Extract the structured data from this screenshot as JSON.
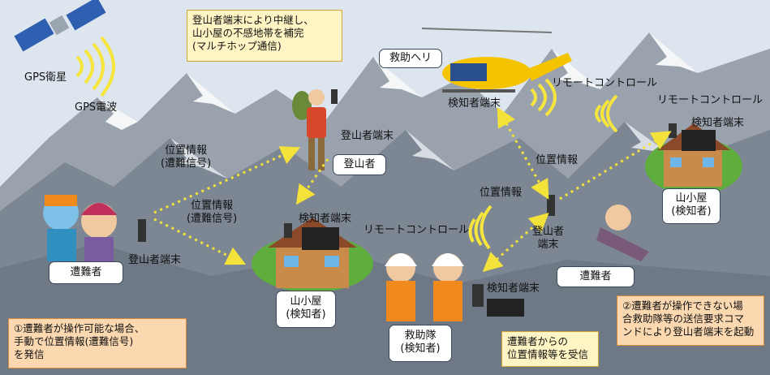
{
  "labels": {
    "gps_satellite": "GPS衛星",
    "gps_wave": "GPS電波",
    "rescue_heli": "救助ヘリ",
    "heli_remote": "リモートコントロール",
    "heli_detector": "検知者端末",
    "hut_right_remote": "リモートコントロール",
    "hut_right_detector": "検知者端末",
    "hut_right_name": [
      "山小屋",
      "(検知者)"
    ],
    "climber_terminal_top": "登山者端末",
    "climber": "登山者",
    "pos_info_1": [
      "位置情報",
      "(遭難信号)"
    ],
    "pos_info_2": [
      "位置情報",
      "(遭難信号)"
    ],
    "pos_info_3": "位置情報",
    "pos_info_4": "位置情報",
    "hut_center_detector": "検知者端末",
    "hut_center_name": [
      "山小屋",
      "(検知者)"
    ],
    "victims_left": "遭難者",
    "victims_left_terminal": "登山者端末",
    "remote_center": "リモートコントロール",
    "rescue_team_detector": "検知者端末",
    "rescue_team": [
      "救助隊",
      "(検知者)"
    ],
    "ground_terminal": [
      "登山者",
      "端末"
    ],
    "victim_right": "遭難者"
  },
  "callouts": {
    "top": [
      "登山者端末により中継し、",
      "山小屋の不感地帯を補完",
      "(マルチホップ通信)"
    ],
    "left": [
      "①遭難者が操作可能な場合、",
      "手動で位置情報(遭難信号)",
      "を発信"
    ],
    "right": [
      "②遭難者が操作できない場",
      "合救助隊等の送信要求コマ",
      "ンドにより登山者端末を起動"
    ],
    "receive": [
      "遭難者からの",
      "位置情報等を受信"
    ]
  },
  "colors": {
    "sky": "#dde6ef",
    "mountain": "#8a94a0",
    "snow": "#ffffff",
    "signal": "#f2e23a",
    "wave": "#f6e53c",
    "rescue_orange": "#f08a1c",
    "hut_wood": "#c98a4a",
    "tree": "#5fae3d"
  }
}
